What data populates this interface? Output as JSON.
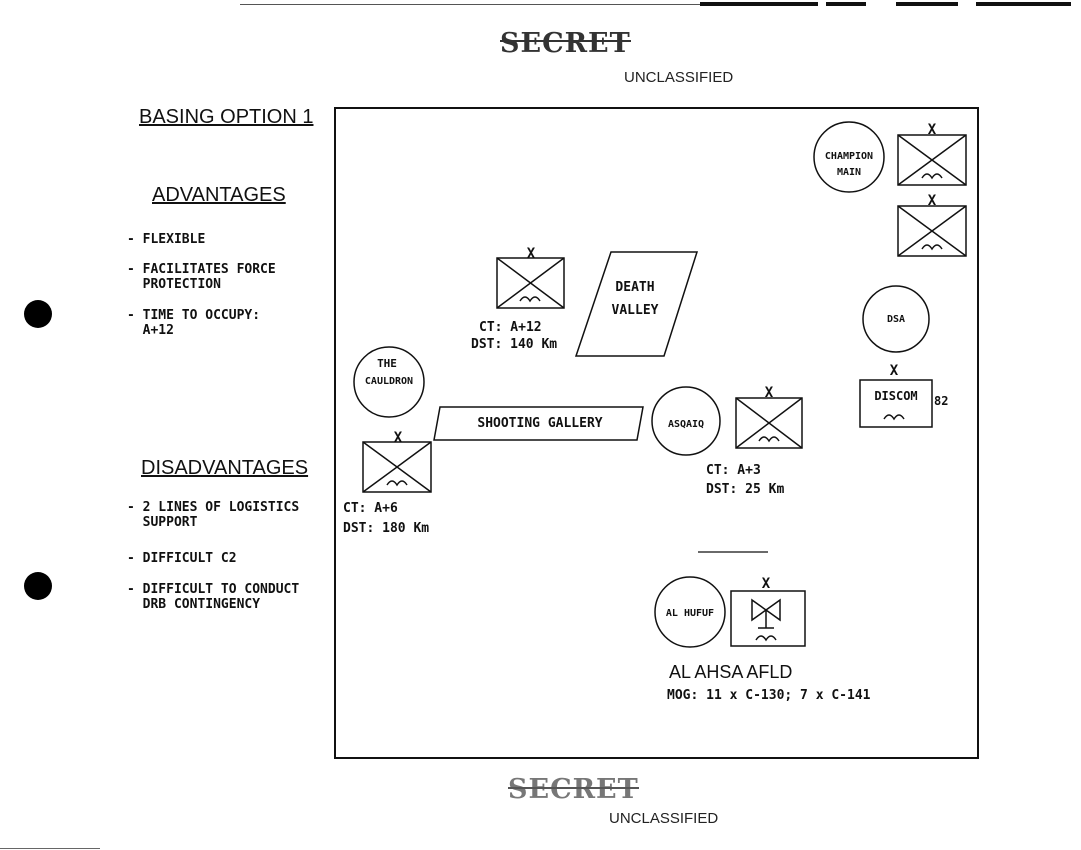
{
  "header": {
    "stamp_top": "SECRET",
    "unclassified_top": "UNCLASSIFIED"
  },
  "footer": {
    "stamp_bottom": "SECRET",
    "unclassified_bottom": "UNCLASSIFIED"
  },
  "left_panel": {
    "title": "BASING OPTION 1",
    "advantages_heading": "ADVANTAGES",
    "advantages": [
      "- FLEXIBLE",
      "- FACILITATES FORCE\n  PROTECTION",
      "- TIME TO OCCUPY:\n  A+12"
    ],
    "disadvantages_heading": "DISADVANTAGES",
    "disadvantages": [
      "- 2 LINES OF LOGISTICS\n  SUPPORT",
      "- DIFFICULT C2",
      "- DIFFICULT TO CONDUCT\n  DRB CONTINGENCY"
    ]
  },
  "map": {
    "unit_echelon": "X",
    "locations": {
      "champion_main": [
        "CHAMPION",
        "MAIN"
      ],
      "dsa": "DSA",
      "the_cauldron": [
        "THE",
        "CAULDRON"
      ],
      "asqaiq": "ASQAIQ",
      "al_hufuf": "AL HUFUF"
    },
    "areas": {
      "death_valley": [
        "DEATH",
        "VALLEY"
      ],
      "shooting_gallery": "SHOOTING GALLERY"
    },
    "discom": {
      "label": "DISCOM",
      "number": "82"
    },
    "unit_north": {
      "ct": "CT:  A+12",
      "dst": "DST:  140 Km"
    },
    "unit_west": {
      "ct": "CT:  A+6",
      "dst": "DST:  180 Km"
    },
    "unit_center": {
      "ct": "CT:  A+3",
      "dst": "DST:  25 Km"
    },
    "airfield": {
      "name": "AL AHSA AFLD",
      "mog": "MOG:  11 x C-130; 7 x C-141"
    }
  }
}
